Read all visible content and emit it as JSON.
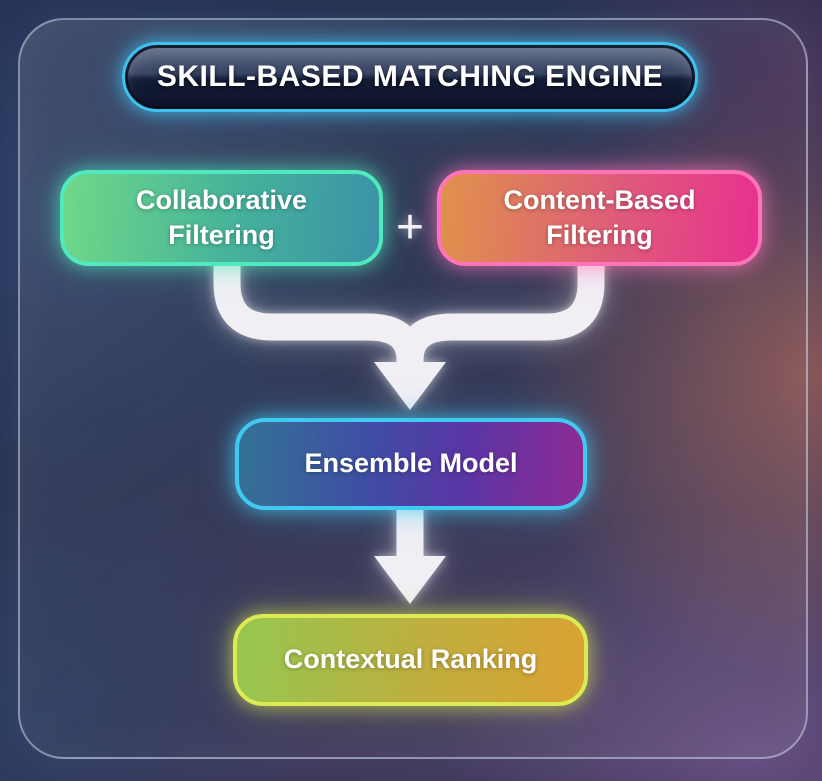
{
  "title": "SKILL-BASED MATCHING ENGINE",
  "operator_plus": "+",
  "nodes": {
    "collaborative": {
      "label": "Collaborative Filtering"
    },
    "content_based": {
      "label": "Content-Based Filtering"
    },
    "ensemble": {
      "label": "Ensemble Model"
    },
    "contextual": {
      "label": "Contextual Ranking"
    }
  },
  "colors": {
    "title_border": "#3fc2ee",
    "title_fill_top": "#55627f",
    "title_fill_bottom": "#0c1328",
    "collaborative_gradient": [
      "#6fd888",
      "#3b92a7"
    ],
    "collaborative_border": "#4fe9bd",
    "content_gradient": [
      "#e0924b",
      "#e73190"
    ],
    "content_border": "#ff74b8",
    "ensemble_gradient": [
      "#337394",
      "#8e2b94"
    ],
    "ensemble_border": "#41c9f2",
    "contextual_gradient": [
      "#95c751",
      "#daa233"
    ],
    "contextual_border": "#dcea54",
    "arrow": "#f1eff4",
    "panel_border": "rgba(215,228,245,0.5)"
  }
}
